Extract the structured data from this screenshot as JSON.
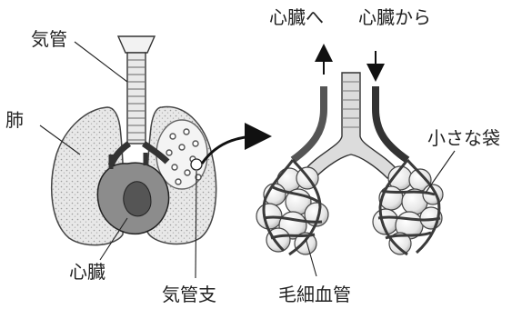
{
  "labels": {
    "trachea": "気管",
    "lung": "肺",
    "heart": "心臓",
    "bronchus": "気管支",
    "to_heart": "心臓へ",
    "from_heart": "心臓から",
    "alveolus": "小さな袋",
    "capillary": "毛細血管"
  }
}
